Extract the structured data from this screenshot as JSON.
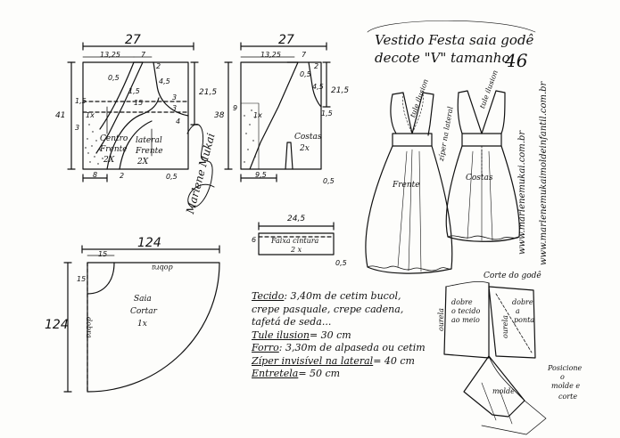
{
  "title": {
    "line1": "Vestido Festa saia godê",
    "line2": "decote \"V\" tamanho",
    "size": "46"
  },
  "front_pattern": {
    "width": "27",
    "top_a": "13,25",
    "top_b": "7",
    "top_c": "2",
    "neck": "0,5",
    "side_1_5": "1,5",
    "side_4_5": "4,5",
    "mid_15": "15",
    "right_3a": "3",
    "right_3b": "3",
    "right_4": "4",
    "right_21_5": "21,5",
    "height": "41",
    "left_1x": "1x",
    "left_1_5": "1,5",
    "left_3": "3",
    "piece1": "Centro",
    "piece1b": "Frente",
    "piece1c": "2X",
    "piece2": "lateral",
    "piece2b": "Frente",
    "piece2c": "2X",
    "bottom_8": "8",
    "bottom_2": "2",
    "bottom_0_5": "0,5"
  },
  "back_pattern": {
    "width": "27",
    "top_a": "13,25",
    "top_b": "7",
    "top_c": "2",
    "neck": "0,5",
    "side_4_5": "4,5",
    "right_21_5": "21,5",
    "right_1_5": "1,5",
    "height": "38",
    "left_9": "9",
    "left_1x": "1x",
    "piece": "Costas",
    "piece_b": "2x",
    "bottom_9_5": "9,5",
    "bottom_0_5": "0,5"
  },
  "waistband": {
    "width": "24,5",
    "height": "6",
    "label": "Faixa cintura",
    "count": "2 x",
    "right": "0,5"
  },
  "skirt": {
    "width": "124",
    "height": "124",
    "waist": "15",
    "waist_v": "15",
    "dobra_top": "dobra",
    "dobra_left": "dobra",
    "label": "Saia",
    "label2": "Cortar",
    "label3": "1x"
  },
  "dress_front": {
    "label": "Frente",
    "tule": "tule ilusion",
    "ziper": "zíper na lateral"
  },
  "dress_back": {
    "label": "Costas",
    "tule": "tule ilusion"
  },
  "website": {
    "line1": "www.marlenemukai.com.br",
    "line2": "www.marlenemukaimoldeinfantil.com.br"
  },
  "corte_gode": {
    "title": "Corte do godê",
    "ourela1": "ourela",
    "dobre1": "dobre",
    "dobre1b": "o tecido",
    "dobre1c": "ao meio",
    "ourela2": "ourela",
    "dobre2": "dobre",
    "dobre2b": "a",
    "dobre2c": "ponta",
    "molde": "molde",
    "posicione": "Posicione",
    "posicione2": "o",
    "posicione3": "molde e",
    "posicione4": "corte"
  },
  "notes": {
    "tecido_label": "Tecido",
    "tecido_1": ": 3,40m de cetim bucol,",
    "tecido_2": "crepe pasquale, crepe cadena,",
    "tecido_3": "tafetá de seda...",
    "tule_label": "Tule ilusion",
    "tule_value": "= 30 cm",
    "forro_label": "Forro",
    "forro_value": ": 3,30m de alpaseda ou cetim",
    "ziper_label": "Zíper invisível na lateral",
    "ziper_value": "= 40 cm",
    "entretela_label": "Entretela",
    "entretela_value": "= 50 cm"
  },
  "signature": "Marlene Mukai"
}
